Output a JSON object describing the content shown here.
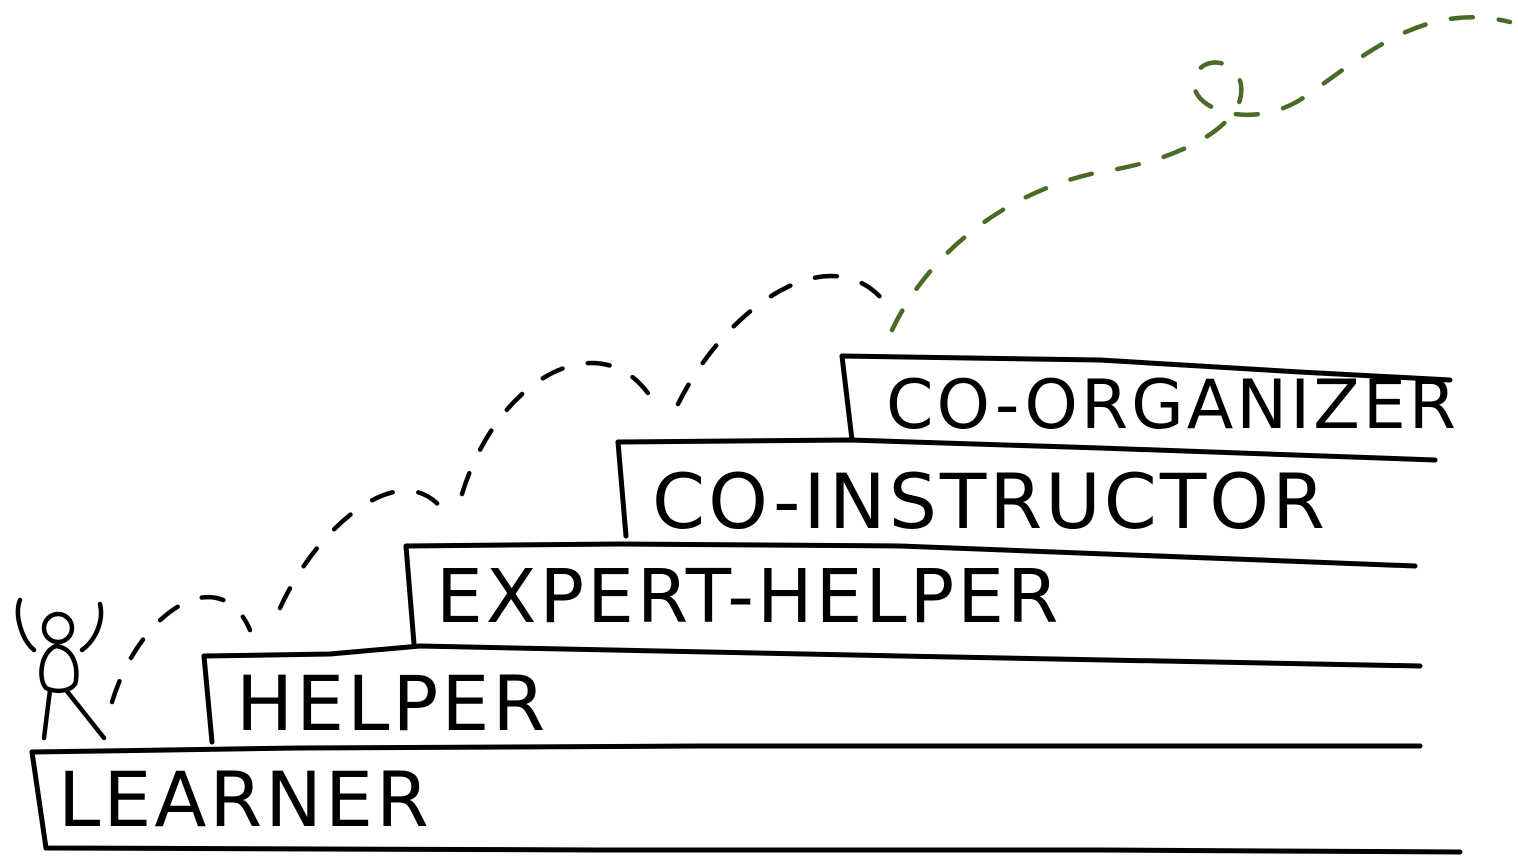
{
  "diagram": {
    "steps": [
      {
        "id": "learner",
        "label": "LEARNER"
      },
      {
        "id": "helper",
        "label": "HELPER"
      },
      {
        "id": "expert-helper",
        "label": "EXPERT-HELPER"
      },
      {
        "id": "co-instructor",
        "label": "CO-INSTRUCTOR"
      },
      {
        "id": "co-organizer",
        "label": "CO-ORGANIZER"
      }
    ],
    "colors": {
      "ink": "#000000",
      "future_path": "#4a6b25",
      "background": "#ffffff"
    },
    "icons": {
      "figure": "stick-figure-cheering"
    }
  }
}
